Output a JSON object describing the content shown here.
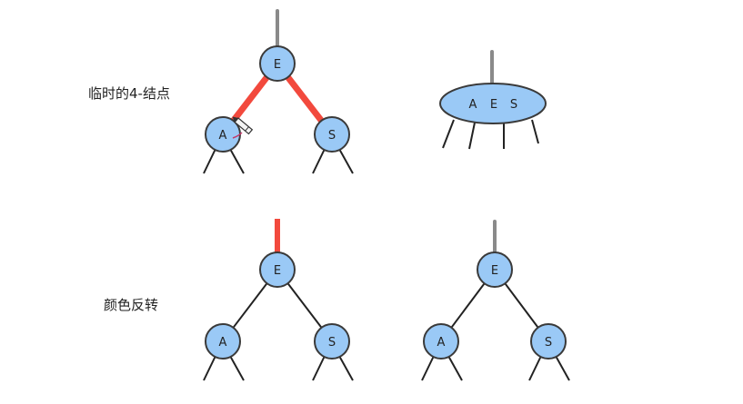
{
  "labels": {
    "temp_4_node": "临时的4-结点",
    "color_flip": "颜色反转"
  },
  "colors": {
    "node_fill": "#9ac9f6",
    "node_stroke": "#3a3a3a",
    "red_link": "#f2493d",
    "black_link": "#222222",
    "gray_link": "#8a8a8a"
  },
  "diagrams": {
    "temp_tree": {
      "root": "E",
      "left": "A",
      "right": "S",
      "root_link": "gray",
      "child_links": "red"
    },
    "four_node": {
      "keys": [
        "A",
        "E",
        "S"
      ],
      "parent_link": "gray",
      "child_count": 4
    },
    "flip_before": {
      "root": "E",
      "left": "A",
      "right": "S",
      "root_link": "red",
      "child_links": "black"
    },
    "flip_after": {
      "root": "E",
      "left": "A",
      "right": "S",
      "root_link": "gray",
      "child_links": "black"
    }
  },
  "cursor": "pencil-icon"
}
